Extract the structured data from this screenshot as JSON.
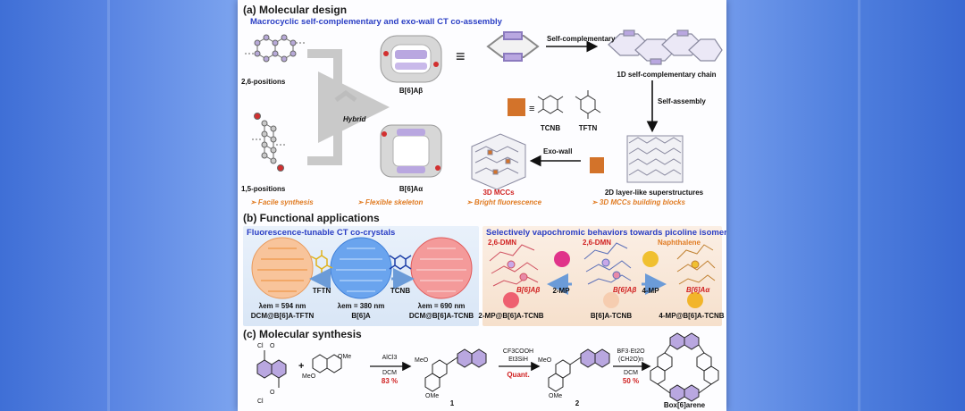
{
  "section_a": {
    "title": "(a) Molecular design",
    "subtitle": "Macrocyclic self-complementary and exo-wall CT co-assembly",
    "label_26": "2,6-positions",
    "label_15": "1,5-positions",
    "hybrid": "Hybrid",
    "b6ab": "B[6]Aβ",
    "b6aa": "B[6]Aα",
    "equiv": "≡",
    "self_complementary": "Self-complementary",
    "chain_1d": "1D self-complementary chain",
    "tcnb": "TCNB",
    "tftn": "TFTN",
    "self_assembly": "Self-assembly",
    "exo_wall": "Exo-wall",
    "mccs_3d": "3D MCCs",
    "layer_2d": "2D layer-like superstructures",
    "features": [
      "➢ Facile synthesis",
      "➢ Flexible skeleton",
      "➢ Bright fluorescence",
      "➢ 3D MCCs building blocks"
    ]
  },
  "section_b": {
    "title": "(b) Functional applications",
    "left_subtitle": "Fluorescence-tunable CT co-crystals",
    "right_subtitle": "Selectively vapochromic behaviors towards picoline isomers",
    "tftn": "TFTN",
    "tcnb": "TCNB",
    "em_594": "λem = 594 nm",
    "em_380": "λem = 380 nm",
    "em_690": "λem = 690 nm",
    "dcm_tftn": "DCM@B[6]A-TFTN",
    "b6a": "B[6]A",
    "dcm_tcnb": "DCM@B[6]A-TCNB",
    "dmn_1": "2,6-DMN",
    "dmn_2": "2,6-DMN",
    "naphthalene": "Naphthalene",
    "b6ab_1": "B[6]Aβ",
    "b6ab_2": "B[6]Aβ",
    "b6aa": "B[6]Aα",
    "mp2": "2-MP",
    "mp4": "4-MP",
    "cap_2mp": "2-MP@B[6]A-TCNB",
    "cap_b6a": "B[6]A-TCNB",
    "cap_4mp": "4-MP@B[6]A-TCNB"
  },
  "section_c": {
    "title": "(c) Molecular synthesis",
    "reagent1": "AlCl3",
    "solvent1": "DCM",
    "yield1": "83 %",
    "reagent2a": "CF3COOH",
    "reagent2b": "Et3SiH",
    "yield2": "Quant.",
    "reagent3a": "BF3·Et2O",
    "reagent3b": "(CH2O)n",
    "solvent3": "DCM",
    "yield3": "50 %",
    "cmpd1": "1",
    "cmpd2": "2",
    "product": "Box[6]arene",
    "plus": "+",
    "meo": "MeO",
    "ome": "OMe",
    "cl": "Cl",
    "o": "O"
  }
}
